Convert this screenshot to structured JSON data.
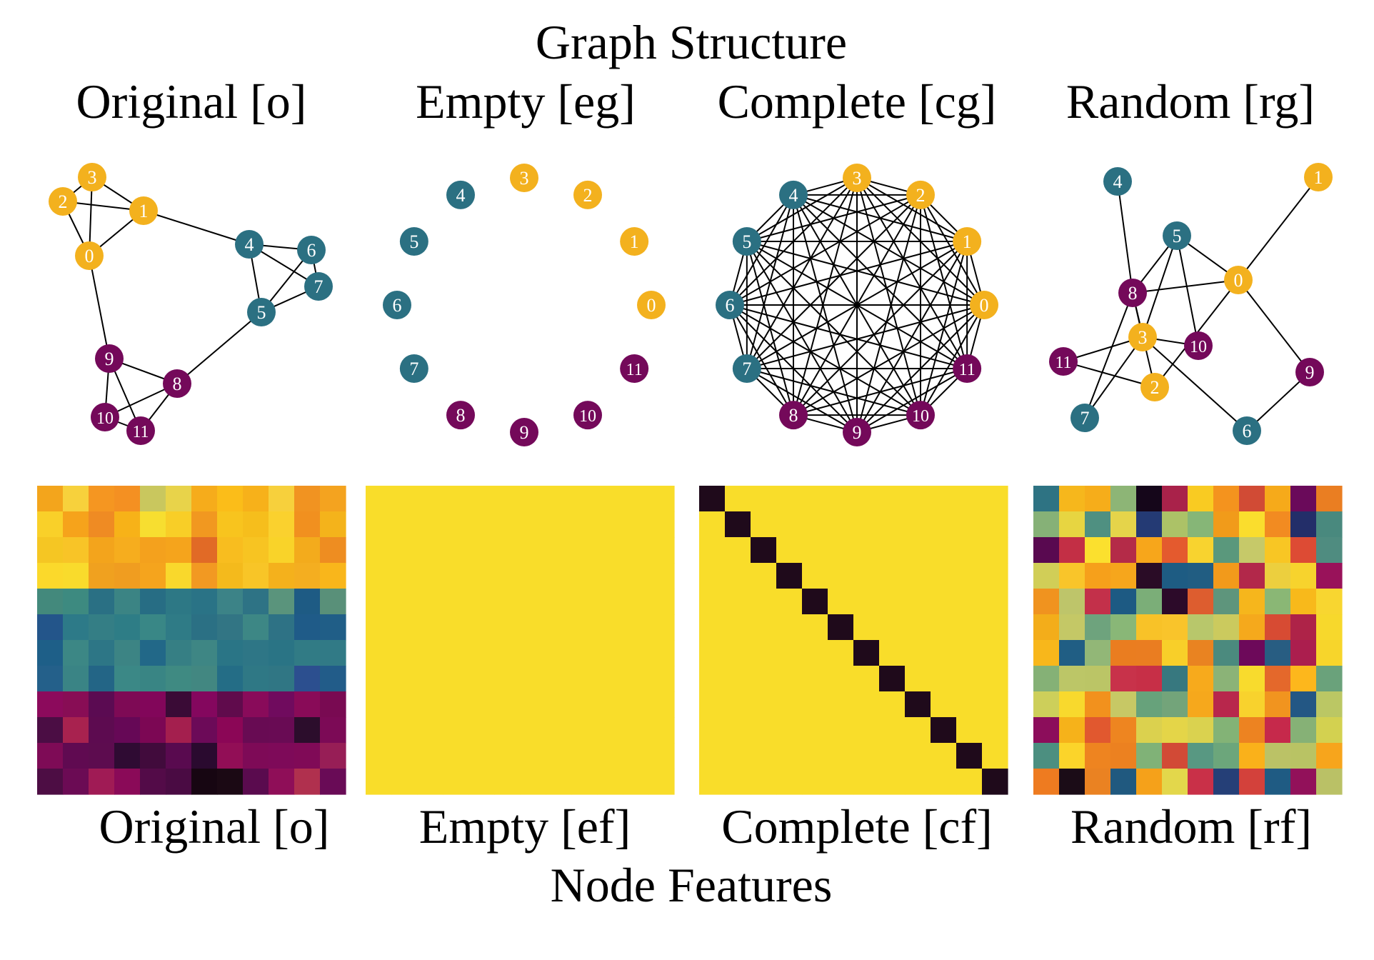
{
  "top_title": "Graph Structure",
  "bottom_title": "Node Features",
  "colors": {
    "group_a": "#f3b11e",
    "group_b": "#2b7082",
    "group_c": "#74095a",
    "edge": "#000000",
    "heat_high": "#f9dd2a",
    "heat_low": "#1f0a1b"
  },
  "graph_panels": [
    {
      "label": "Original [o]",
      "nodes": [
        {
          "id": "0",
          "group": "a"
        },
        {
          "id": "1",
          "group": "a"
        },
        {
          "id": "2",
          "group": "a"
        },
        {
          "id": "3",
          "group": "a"
        },
        {
          "id": "4",
          "group": "b"
        },
        {
          "id": "5",
          "group": "b"
        },
        {
          "id": "6",
          "group": "b"
        },
        {
          "id": "7",
          "group": "b"
        },
        {
          "id": "8",
          "group": "c"
        },
        {
          "id": "9",
          "group": "c"
        },
        {
          "id": "10",
          "group": "c"
        },
        {
          "id": "11",
          "group": "c"
        }
      ],
      "edges": [
        [
          0,
          1
        ],
        [
          0,
          2
        ],
        [
          0,
          3
        ],
        [
          1,
          2
        ],
        [
          1,
          3
        ],
        [
          2,
          3
        ],
        [
          1,
          4
        ],
        [
          4,
          5
        ],
        [
          4,
          6
        ],
        [
          4,
          7
        ],
        [
          5,
          6
        ],
        [
          5,
          7
        ],
        [
          6,
          7
        ],
        [
          5,
          8
        ],
        [
          0,
          9
        ],
        [
          8,
          9
        ],
        [
          8,
          10
        ],
        [
          8,
          11
        ],
        [
          9,
          10
        ],
        [
          9,
          11
        ],
        [
          10,
          11
        ]
      ]
    },
    {
      "label": "Empty [eg]",
      "nodes": [
        {
          "id": "0",
          "group": "a"
        },
        {
          "id": "1",
          "group": "a"
        },
        {
          "id": "2",
          "group": "a"
        },
        {
          "id": "3",
          "group": "a"
        },
        {
          "id": "4",
          "group": "b"
        },
        {
          "id": "5",
          "group": "b"
        },
        {
          "id": "6",
          "group": "b"
        },
        {
          "id": "7",
          "group": "b"
        },
        {
          "id": "8",
          "group": "c"
        },
        {
          "id": "9",
          "group": "c"
        },
        {
          "id": "10",
          "group": "c"
        },
        {
          "id": "11",
          "group": "c"
        }
      ],
      "edges": []
    },
    {
      "label": "Complete [cg]",
      "nodes": [
        {
          "id": "0",
          "group": "a"
        },
        {
          "id": "1",
          "group": "a"
        },
        {
          "id": "2",
          "group": "a"
        },
        {
          "id": "3",
          "group": "a"
        },
        {
          "id": "4",
          "group": "b"
        },
        {
          "id": "5",
          "group": "b"
        },
        {
          "id": "6",
          "group": "b"
        },
        {
          "id": "7",
          "group": "b"
        },
        {
          "id": "8",
          "group": "c"
        },
        {
          "id": "9",
          "group": "c"
        },
        {
          "id": "10",
          "group": "c"
        },
        {
          "id": "11",
          "group": "c"
        }
      ],
      "edges": "all"
    },
    {
      "label": "Random [rg]",
      "nodes": [
        {
          "id": "0",
          "group": "a"
        },
        {
          "id": "1",
          "group": "a"
        },
        {
          "id": "2",
          "group": "a"
        },
        {
          "id": "3",
          "group": "a"
        },
        {
          "id": "4",
          "group": "b"
        },
        {
          "id": "5",
          "group": "b"
        },
        {
          "id": "6",
          "group": "b"
        },
        {
          "id": "7",
          "group": "b"
        },
        {
          "id": "8",
          "group": "c"
        },
        {
          "id": "9",
          "group": "c"
        },
        {
          "id": "10",
          "group": "c"
        },
        {
          "id": "11",
          "group": "c"
        }
      ],
      "edges": [
        [
          0,
          1
        ],
        [
          0,
          5
        ],
        [
          0,
          8
        ],
        [
          0,
          9
        ],
        [
          0,
          2
        ],
        [
          4,
          8
        ],
        [
          5,
          8
        ],
        [
          5,
          3
        ],
        [
          5,
          10
        ],
        [
          8,
          3
        ],
        [
          8,
          2
        ],
        [
          3,
          10
        ],
        [
          3,
          11
        ],
        [
          3,
          7
        ],
        [
          2,
          11
        ],
        [
          3,
          6
        ],
        [
          6,
          9
        ],
        [
          8,
          7
        ]
      ]
    }
  ],
  "feature_panels": [
    {
      "label": "Original [o]"
    },
    {
      "label": "Empty [ef]"
    },
    {
      "label": "Complete [cf]"
    },
    {
      "label": "Random [rf]"
    }
  ],
  "feature_matrices": {
    "original": [
      [
        "#f3a51c",
        "#f7d13c",
        "#f59621",
        "#f49022",
        "#c9c75e",
        "#e8d34a",
        "#f6ac1b",
        "#fbbd19",
        "#f7b11a",
        "#f7d03c",
        "#f19321",
        "#f4a31f"
      ],
      [
        "#f9d029",
        "#f6a31b",
        "#ef8b23",
        "#f7b218",
        "#f7de30",
        "#f8ce27",
        "#f19820",
        "#f8c41e",
        "#f6be1c",
        "#fad12e",
        "#f1901f",
        "#f4b31b"
      ],
      [
        "#f5c623",
        "#f8c427",
        "#f3a41c",
        "#f6ad1e",
        "#f4a11d",
        "#f5a41c",
        "#e16a26",
        "#f8bd1f",
        "#f7c422",
        "#f9d329",
        "#f3ab1c",
        "#ee8d21"
      ],
      [
        "#fbd92b",
        "#f9db2c",
        "#f0a11f",
        "#f09d20",
        "#f5a41d",
        "#f9d82c",
        "#f29922",
        "#f4ba1c",
        "#f8c527",
        "#f4b11c",
        "#f4ae20",
        "#f9b61b"
      ],
      [
        "#43897c",
        "#3d8a80",
        "#2a7084",
        "#3b8484",
        "#276d84",
        "#2d7885",
        "#2a7386",
        "#3c8387",
        "#2e7385",
        "#5a947c",
        "#1e5b84",
        "#599079"
      ],
      [
        "#23558a",
        "#2d7a88",
        "#347e85",
        "#2e7d86",
        "#398786",
        "#2f7b86",
        "#2b7084",
        "#327584",
        "#3d8785",
        "#2e7285",
        "#1f5b88",
        "#205e87"
      ],
      [
        "#1e5f88",
        "#3c8785",
        "#2d7686",
        "#3c8484",
        "#226888",
        "#367f84",
        "#3e8684",
        "#2a7586",
        "#2e7686",
        "#2a7485",
        "#317b85",
        "#317a86"
      ],
      [
        "#24608a",
        "#3a8485",
        "#236586",
        "#3b8886",
        "#398584",
        "#3f8a82",
        "#428781",
        "#246d86",
        "#2f7885",
        "#307684",
        "#2c4f8f",
        "#225c89"
      ],
      [
        "#8c0a5c",
        "#880d55",
        "#5b0b52",
        "#7e0a55",
        "#82065a",
        "#3a0b36",
        "#84075e",
        "#600b4c",
        "#890b5a",
        "#700b5e",
        "#890b58",
        "#790a52"
      ],
      [
        "#4b0d44",
        "#a8224f",
        "#5d0b50",
        "#660856",
        "#7c0754",
        "#a41f4e",
        "#6c0a58",
        "#8b0656",
        "#680b53",
        "#690b54",
        "#2c0d2c",
        "#7c0a56"
      ],
      [
        "#7e0b56",
        "#600a51",
        "#5d0c4f",
        "#2f0b33",
        "#410b3c",
        "#590a4f",
        "#2a0a2f",
        "#920e56",
        "#7e0a57",
        "#7e0a59",
        "#800a57",
        "#971e56"
      ],
      [
        "#4d0d44",
        "#6b0b54",
        "#a01b55",
        "#8a0a58",
        "#530b48",
        "#4a0b43",
        "#170612",
        "#1b0914",
        "#5a0b4e",
        "#8f0e58",
        "#b0304e",
        "#690b56"
      ]
    ],
    "random": [
      [
        "#2e7383",
        "#f6b71c",
        "#f6ad1a",
        "#8db576",
        "#15061a",
        "#a9224a",
        "#f9cb22",
        "#f4931e",
        "#d14b35",
        "#f6aa1a",
        "#6a0a5a",
        "#ea7e22"
      ],
      [
        "#86b177",
        "#e7d541",
        "#4f9081",
        "#e5d44a",
        "#243a74",
        "#acc267",
        "#86b677",
        "#f19b1a",
        "#fadd2d",
        "#f28b21",
        "#232e69",
        "#49897e"
      ],
      [
        "#590950",
        "#c32f45",
        "#fbe02e",
        "#b42b48",
        "#f7a61b",
        "#e45a2e",
        "#f8d32f",
        "#5a987c",
        "#c6c969",
        "#f8c624",
        "#dd4b34",
        "#4f8c80"
      ],
      [
        "#d1ce57",
        "#f9c52a",
        "#f6a01b",
        "#f6a61c",
        "#2a0c26",
        "#1e5c83",
        "#215d82",
        "#f29a1b",
        "#b2284a",
        "#eccf3e",
        "#f7d32d",
        "#99125a"
      ],
      [
        "#f0931f",
        "#bec56a",
        "#c3304a",
        "#1d5a83",
        "#7bae78",
        "#2c0a29",
        "#dd5d2f",
        "#5e957c",
        "#f6b61c",
        "#8ab775",
        "#f8b91b",
        "#f8d630"
      ],
      [
        "#f3ad1a",
        "#c4c866",
        "#6ea37d",
        "#89b777",
        "#f8c228",
        "#f9c42b",
        "#b8c76b",
        "#cbca5e",
        "#f5a91c",
        "#d74b33",
        "#ae2348",
        "#f7d82c"
      ],
      [
        "#f8b71b",
        "#205e84",
        "#92b777",
        "#ea7d20",
        "#ea7d21",
        "#f8cf29",
        "#e98321",
        "#4b8a7e",
        "#6d095a",
        "#285d82",
        "#ab1e4e",
        "#f7d52b"
      ],
      [
        "#85b176",
        "#bcc667",
        "#bbc566",
        "#c8324a",
        "#c72f47",
        "#37787f",
        "#f7aa1c",
        "#8bb377",
        "#f8db2d",
        "#e4682b",
        "#fdb71c",
        "#6aa27b"
      ],
      [
        "#cdcf5a",
        "#f8d92d",
        "#f2911d",
        "#c7c865",
        "#67a27b",
        "#73a47a",
        "#f6a81c",
        "#b8274c",
        "#f8d22d",
        "#f1941f",
        "#235784",
        "#bbc764"
      ],
      [
        "#8c0d5b",
        "#f6b21a",
        "#e1582f",
        "#ee8520",
        "#dbd14e",
        "#e4d548",
        "#dad24f",
        "#83b376",
        "#ed8321",
        "#c6294b",
        "#86b176",
        "#d3d150"
      ],
      [
        "#4c8f80",
        "#fbd42a",
        "#ee8420",
        "#ec8120",
        "#80b277",
        "#d24a36",
        "#589882",
        "#6ca67b",
        "#fab11a",
        "#bbc266",
        "#b9c364",
        "#f7a51c"
      ],
      [
        "#ee7b20",
        "#1b0c17",
        "#ea8222",
        "#20597f",
        "#f5a11a",
        "#e3d74b",
        "#c93048",
        "#253f77",
        "#d3413b",
        "#1f5b83",
        "#92115a",
        "#bac166"
      ]
    ]
  }
}
